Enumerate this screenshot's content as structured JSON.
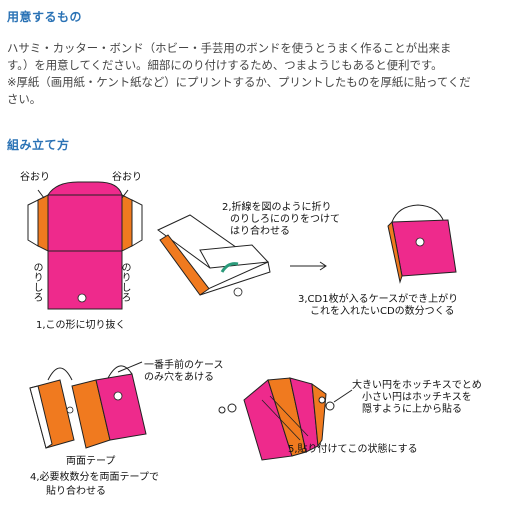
{
  "materials": {
    "heading": "用意するもの",
    "line1": "ハサミ・カッター・ボンド（ホビー・手芸用のボンドを使うとうまく作ることが出来ま",
    "line2": "す。）を用意してください。細部にのり付けするため、つまようじもあると便利です。",
    "line3": "※厚紙（画用紙・ケント紙など）にプリントするか、プリントしたものを厚紙に貼ってくだ",
    "line4": "さい。"
  },
  "assembly": {
    "heading": "組み立て方",
    "fold_left": "谷おり",
    "fold_right": "谷おり",
    "glue_left": "のりしろ",
    "glue_right": "のりしろ",
    "step1": "1,この形に切り抜く",
    "step2_line1": "2,折線を図のように折り",
    "step2_line2": "のりしろにのりをつけて",
    "step2_line3": "はり合わせる",
    "step3_line1": "3,CD1枚が入るケースができ上がり",
    "step3_line2": "これを入れたいCDの数分つくる",
    "front_case_line1": "一番手前のケース",
    "front_case_line2": "のみ穴をあける",
    "tape_label": "両面テープ",
    "step4_line1": "4,必要枚数分を両面テープで",
    "step4_line2": "貼り合わせる",
    "circle_line1": "大きい円をホッチキスでとめ",
    "circle_line2": "小さい円はホッチキスを",
    "circle_line3": "隠すように上から貼る",
    "step5": "5,貼り付けてこの状態にする"
  },
  "colors": {
    "heading": "#2a72b5",
    "pink": "#ee2a8c",
    "orange": "#f07a1f"
  }
}
